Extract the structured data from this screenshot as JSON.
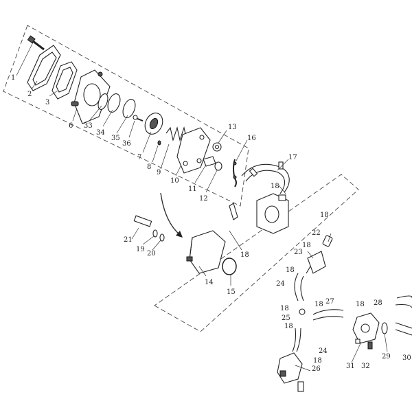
{
  "callouts": {
    "c1": "1",
    "c2": "2",
    "c3": "3",
    "c6": "6",
    "c33": "33",
    "c34": "34",
    "c35": "35",
    "c36": "36",
    "c7": "7",
    "c8": "8",
    "c9": "9",
    "c10": "10",
    "c11": "11",
    "c12": "12",
    "c13": "13",
    "c16": "16",
    "c17": "17",
    "c18a": "18",
    "c18b": "18",
    "c18c": "18",
    "c18d": "18",
    "c18e": "18",
    "c18f": "18",
    "c18g": "18",
    "c18h": "18",
    "c18i": "18",
    "c18j": "18",
    "c21": "21",
    "c19": "19",
    "c20": "20",
    "c14": "14",
    "c15": "15",
    "c22": "22",
    "c23": "23",
    "c24a": "24",
    "c24b": "24",
    "c25": "25",
    "c27": "27",
    "c28": "28",
    "c29": "29",
    "c30": "30",
    "c31": "31",
    "c32": "32",
    "c26": "26"
  }
}
